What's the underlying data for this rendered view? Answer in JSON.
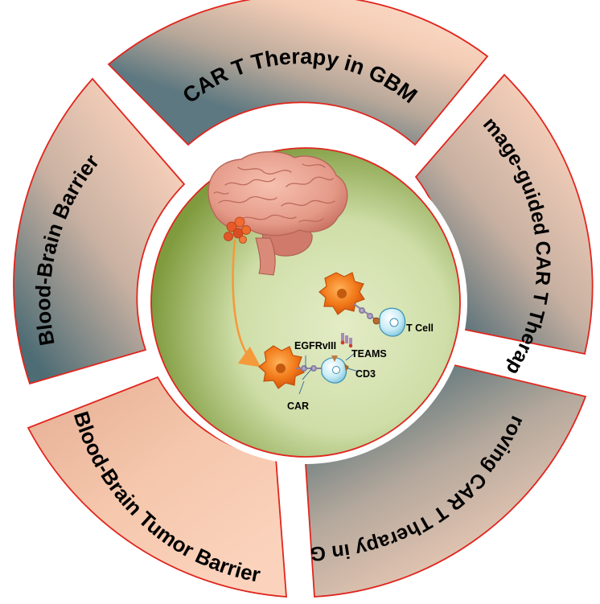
{
  "segments": [
    {
      "id": "top",
      "label": "CAR T Therapy in GBM"
    },
    {
      "id": "upper-right",
      "label": "Image-guided CAR T Therapy"
    },
    {
      "id": "lower-right",
      "label": "Improving CAR T Therapy in GBM"
    },
    {
      "id": "lower-left",
      "label": "Blood-Brain Tumor Barrier"
    },
    {
      "id": "upper-left",
      "label": "Blood-Brain Barrier"
    }
  ],
  "center": {
    "labels": {
      "egfrviii": "EGFRvIII",
      "t_cell": "T Cell",
      "teams": "TEAMS",
      "cd3": "CD3",
      "car": "CAR"
    }
  },
  "colors": {
    "segment_outline": "#e0261e",
    "segment_light": "#fbd3bd",
    "segment_dark": "#4d6c74",
    "center_light": "#dde8bd",
    "center_dark": "#7f9b3e",
    "tumor_orange": "#ee6c14",
    "t_cell_blue": "#bfe7f3",
    "arrow_orange": "#f59a3a",
    "brain_pink": "#e8998a"
  }
}
